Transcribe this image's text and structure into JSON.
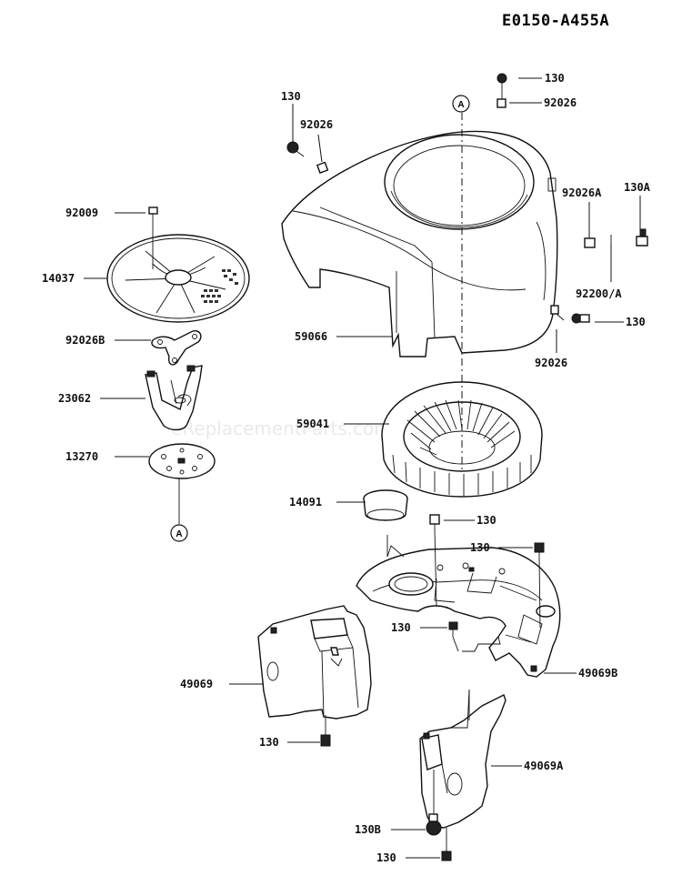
{
  "diagram_code": "E0150-A455A",
  "watermark": "eReplacementParts.com",
  "reference_marker": "A",
  "labels": {
    "l130_top_right": "130",
    "l92026_top_right": "92026",
    "l130_top_left": "130",
    "l92026_top_left": "92026",
    "l92009": "92009",
    "l14037": "14037",
    "l92026B": "92026B",
    "l23062": "23062",
    "l13270": "13270",
    "l59066": "59066",
    "l92026A": "92026A",
    "l130A": "130A",
    "l92200A": "92200/A",
    "l130_mid_right": "130",
    "l92026_mid_right": "92026",
    "l59041": "59041",
    "l14091": "14091",
    "l130_center": "130",
    "l130_right_bolt": "130",
    "l130_lower_mid": "130",
    "l49069": "49069",
    "l49069B": "49069B",
    "l130_bottom_left": "130",
    "l49069A": "49069A",
    "l130B": "130B",
    "l130_bottom": "130"
  }
}
